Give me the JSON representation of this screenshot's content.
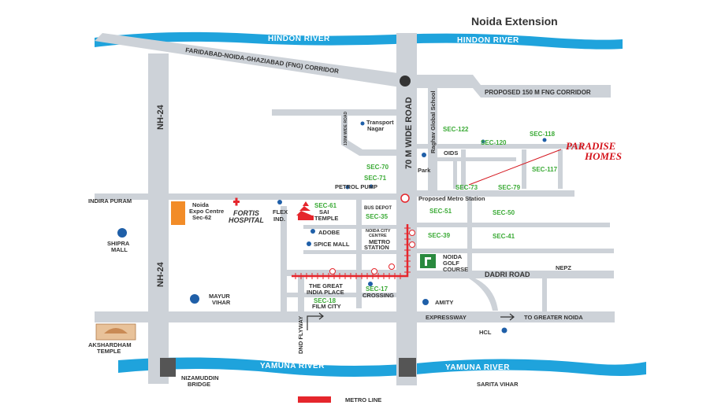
{
  "title": "Noida Extension",
  "rivers": {
    "hindon": "HINDON RIVER",
    "yamuna": "YAMUNA RIVER"
  },
  "roads": {
    "fng": "FARIDABAD-NOIDA-GHAZIABAD (FNG) CORRIDOR",
    "proposed_fng": "PROPOSED 150 M FNG CORRIDOR",
    "nh24": "NH-24",
    "wide_70m": "70 M WIDE ROAD",
    "wide_130m": "130M WIDE ROAD",
    "dadri": "DADRI ROAD",
    "expressway": "EXPRESSWAY",
    "to_greater_noida": "TO GREATER NOIDA",
    "dnd": "DND FLYWAY"
  },
  "places": {
    "transport_nagar_1": "Transport",
    "transport_nagar_2": "Nagar",
    "raghav_school": "Raghav Global School",
    "oids": "OIDS",
    "park": "Park",
    "petrol_pump": "PETROL PUMP",
    "metro_station": "Proposed Metro Station",
    "indira_puram": "INDIRA PURAM",
    "expo_1": "Noida",
    "expo_2": "Expo Centre",
    "expo_3": "Sec-62",
    "fortis_1": "FORTIS",
    "fortis_2": "HOSPITAL",
    "flex_1": "FLEX",
    "flex_2": "IND.",
    "sai_1": "SAI",
    "sai_2": "TEMPLE",
    "bus_depot": "BUS DEPOT",
    "adobe": "ADOBE",
    "spice_mall": "SPICE MALL",
    "city_centre_1": "NOIDA CITY",
    "city_centre_2": "CENTRE",
    "metro_1": "METRO",
    "metro_2": "STATION",
    "golf_1": "NOIDA",
    "golf_2": "GOLF",
    "golf_3": "COURSE",
    "nepz": "NEPZ",
    "shipra_1": "SHIPRA",
    "shipra_2": "MALL",
    "mayur_1": "MAYUR",
    "mayur_2": "VIHAR",
    "great_india_1": "THE GREAT",
    "great_india_2": "INDIA PLACE",
    "crossing": "CROSSING",
    "film_city": "FILM CITY",
    "amity": "AMITY",
    "hcl": "HCL",
    "akshardham_1": "AKSHARDHAM",
    "akshardham_2": "TEMPLE",
    "nizamuddin_1": "NIZAMUDDIN",
    "nizamuddin_2": "BRIDGE",
    "sarita_vihar": "SARITA VIHAR"
  },
  "sectors": {
    "s122": "SEC-122",
    "s118": "SEC-118",
    "s120": "SEC-120",
    "s70": "SEC-70",
    "s71": "SEC-71",
    "s117": "SEC-117",
    "s73": "SEC-73",
    "s79": "SEC-79",
    "s61": "SEC-61",
    "s35": "SEC-35",
    "s51": "SEC-51",
    "s50": "SEC-50",
    "s39": "SEC-39",
    "s41": "SEC-41",
    "s17": "SEC-17",
    "s18": "SEC-18"
  },
  "project": {
    "line1": "PARADISE",
    "line2": "HOMES"
  },
  "legend": {
    "metro_line": "METRO LINE"
  },
  "colors": {
    "road": "#cdd2d8",
    "river": "#1fa3dc",
    "metro": "#e5262c",
    "sector_text": "#3aaa35",
    "marker": "#1f5fa8",
    "project_text": "#d4141c",
    "expo": "#f28c28"
  }
}
